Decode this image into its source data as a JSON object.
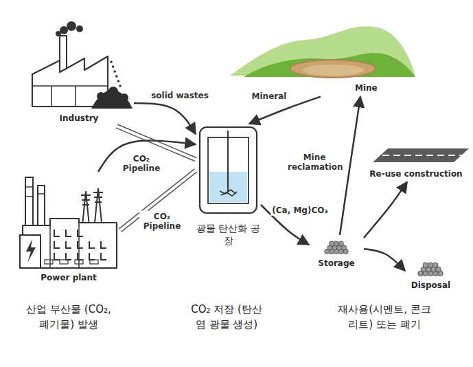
{
  "diagram": {
    "nodes": [
      {
        "text": [
          "Industry"
        ]
      },
      {
        "text": [
          "Power plant"
        ]
      },
      {
        "text": [
          "광물 탄산화 공장"
        ]
      },
      {
        "text": [
          "Mine"
        ]
      },
      {
        "text": [
          "Storage"
        ]
      },
      {
        "text": [
          "Re-use construction"
        ]
      },
      {
        "text": [
          "Disposal"
        ]
      }
    ],
    "edges": [
      {
        "from": 0,
        "to": 2,
        "label": "solid wastes",
        "arrow": "to"
      },
      {
        "from": 0,
        "to": 2,
        "label": "CO₂ Pipeline",
        "arrow": "none"
      },
      {
        "from": 1,
        "to": 2,
        "arrow": "to"
      },
      {
        "from": 1,
        "to": 2,
        "label": "CO₂ Pipeline",
        "arrow": "none"
      },
      {
        "from": 3,
        "to": 2,
        "label": "Mineral",
        "arrow": "to"
      },
      {
        "from": 2,
        "to": 4,
        "label": "(Ca, Mg)CO₃",
        "arrow": "to"
      },
      {
        "from": 4,
        "to": 3,
        "label": "Mine reclamation",
        "arrow": "to"
      },
      {
        "from": 4,
        "to": 5,
        "arrow": "to"
      },
      {
        "from": 4,
        "to": 6,
        "arrow": "to"
      }
    ],
    "labels": [
      "산업 부산물 (CO₂, 폐기물) 발생",
      "CO₂ 저장 (탄산염 광물 생성)",
      "재사용(시멘트, 콘크리트) 또는 폐기"
    ]
  }
}
